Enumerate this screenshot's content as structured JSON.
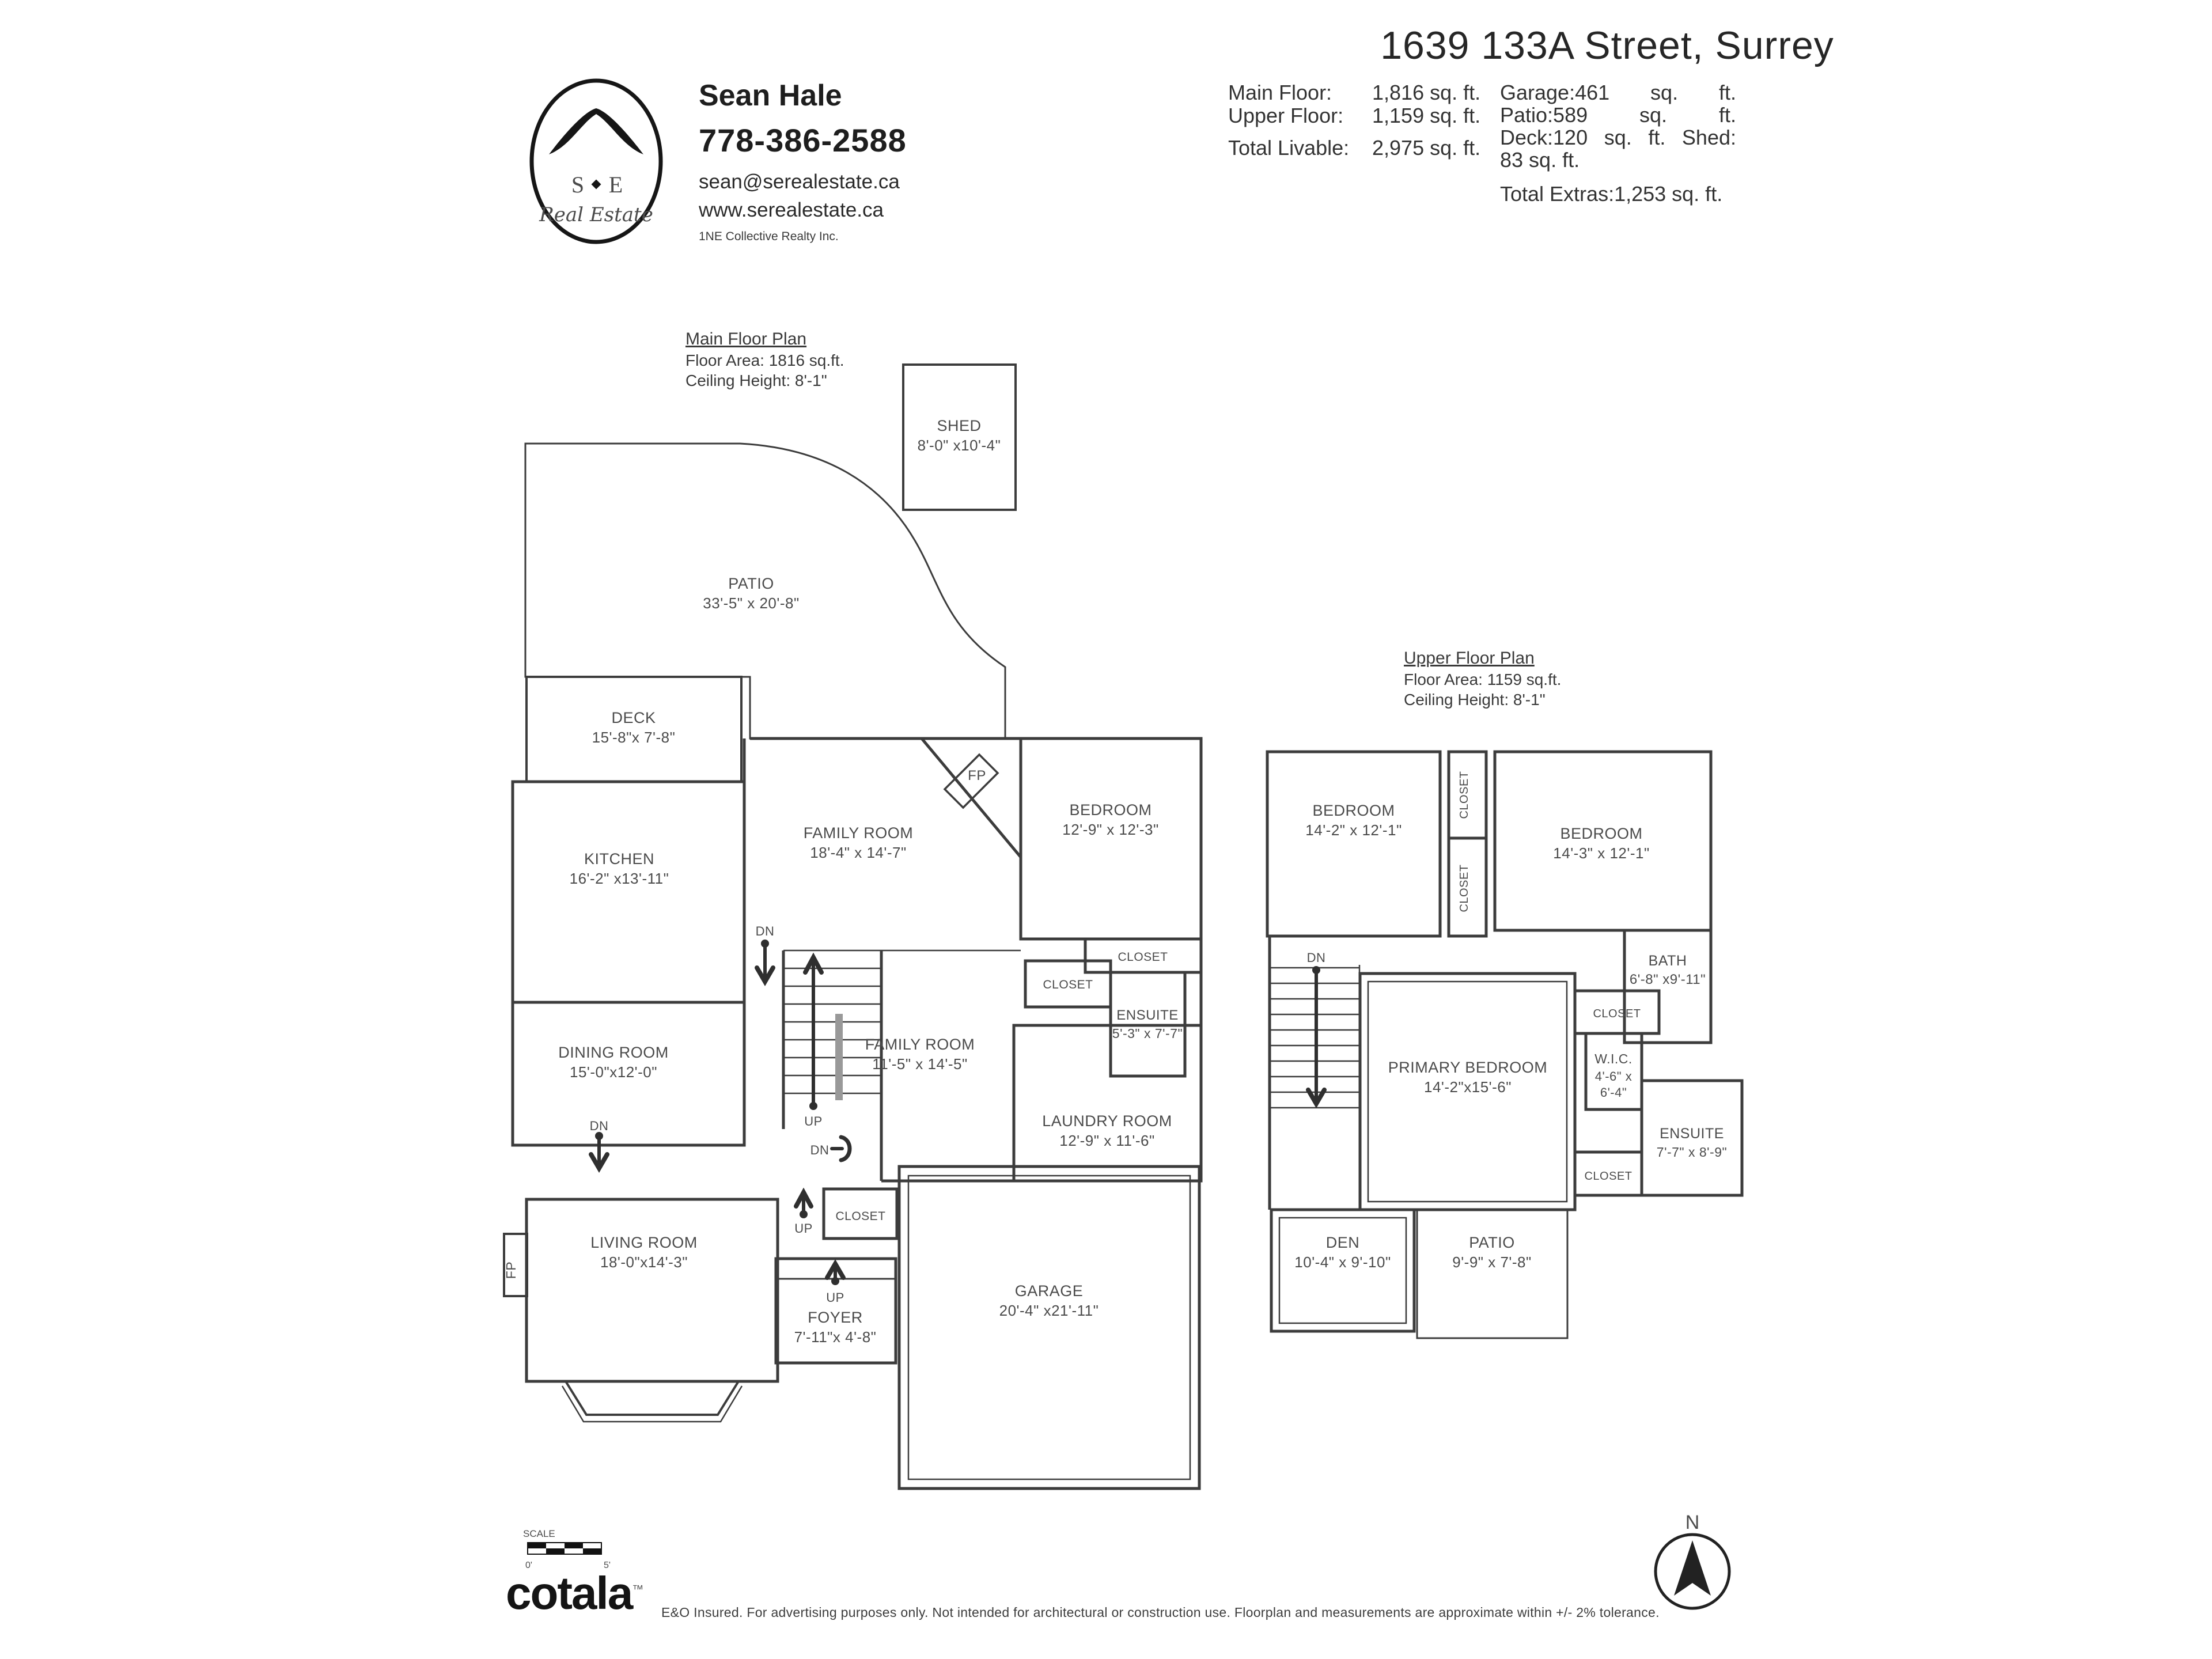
{
  "header": {
    "address": "1639 133A Street, Surrey",
    "stats_left": [
      {
        "label": "Main Floor:",
        "value": "1,816 sq. ft."
      },
      {
        "label": "Upper Floor:",
        "value": "1,159 sq. ft."
      },
      {
        "label": "Total Livable:",
        "value": "2,975 sq. ft."
      }
    ],
    "stats_right": [
      {
        "a": "Garage:461",
        "b": "sq.",
        "c": "ft."
      },
      {
        "a": "Patio:589",
        "b": "sq.",
        "c": "ft."
      },
      {
        "a": "Deck:120",
        "b": "sq.",
        "c": "ft.",
        "d": "Shed:"
      },
      {
        "a": "83 sq. ft."
      }
    ],
    "total_extras": "Total Extras:1,253 sq. ft."
  },
  "logo": {
    "monogram_left": "S",
    "monogram_right": "E",
    "line1": "Real Estate"
  },
  "agent": {
    "name": "Sean Hale",
    "phone": "778-386-2588",
    "email": "sean@serealestate.ca",
    "website": "www.serealestate.ca",
    "brokerage": "1NE Collective Realty Inc."
  },
  "main_floor": {
    "title": "Main Floor Plan",
    "area_line": "Floor Area: 1816 sq.ft.",
    "ceiling_line": "Ceiling Height: 8'-1\"",
    "rooms": {
      "shed": {
        "name": "SHED",
        "dims": "8'-0\" x10'-4\""
      },
      "patio": {
        "name": "PATIO",
        "dims": "33'-5\" x 20'-8\""
      },
      "deck": {
        "name": "DECK",
        "dims": "15'-8\"x 7'-8\""
      },
      "kitchen": {
        "name": "KITCHEN",
        "dims": "16'-2\" x13'-11\""
      },
      "family1": {
        "name": "FAMILY ROOM",
        "dims": "18'-4\" x 14'-7\""
      },
      "bedroom": {
        "name": "BEDROOM",
        "dims": "12'-9\" x 12'-3\""
      },
      "family2": {
        "name": "FAMILY ROOM",
        "dims": "11'-5\" x 14'-5\""
      },
      "ensuite": {
        "name": "ENSUITE",
        "dims": "5'-3\" x 7'-7\""
      },
      "laundry": {
        "name": "LAUNDRY ROOM",
        "dims": "12'-9\" x 11'-6\""
      },
      "dining": {
        "name": "DINING ROOM",
        "dims": "15'-0\"x12'-0\""
      },
      "living": {
        "name": "LIVING ROOM",
        "dims": "18'-0\"x14'-3\""
      },
      "foyer": {
        "name": "FOYER",
        "dims": "7'-11\"x 4'-8\""
      },
      "garage": {
        "name": "GARAGE",
        "dims": "20'-4\" x21'-11\""
      }
    },
    "annotations": {
      "fp": "FP",
      "dn": "DN",
      "up": "UP",
      "closet": "CLOSET"
    }
  },
  "upper_floor": {
    "title": "Upper Floor Plan",
    "area_line": "Floor Area: 1159 sq.ft.",
    "ceiling_line": "Ceiling Height: 8'-1\"",
    "rooms": {
      "bedroom_left": {
        "name": "BEDROOM",
        "dims": "14'-2\" x 12'-1\""
      },
      "bedroom_right": {
        "name": "BEDROOM",
        "dims": "14'-3\" x 12'-1\""
      },
      "bath": {
        "name": "BATH",
        "dims": "6'-8\" x9'-11\""
      },
      "wic": {
        "name": "W.I.C.",
        "dims_line1": "4'-6\" x",
        "dims_line2": "6'-4\""
      },
      "primary": {
        "name": "PRIMARY BEDROOM",
        "dims": "14'-2\"x15'-6\""
      },
      "ensuite": {
        "name": "ENSUITE",
        "dims": "7'-7\" x 8'-9\""
      },
      "den": {
        "name": "DEN",
        "dims": "10'-4\" x 9'-10\""
      },
      "patio": {
        "name": "PATIO",
        "dims": "9'-9\" x 7'-8\""
      }
    },
    "annotations": {
      "closet": "CLOSET",
      "dn": "DN"
    }
  },
  "footer": {
    "scale_label": "SCALE",
    "scale_start": "0'",
    "scale_end": "5'",
    "brand": "cotala",
    "brand_tm": "™",
    "disclaimer": "E&O Insured. For advertising purposes only. Not intended for architectural or construction use. Floorplan and measurements are approximate within +/- 2% tolerance."
  },
  "compass": {
    "n": "N"
  }
}
